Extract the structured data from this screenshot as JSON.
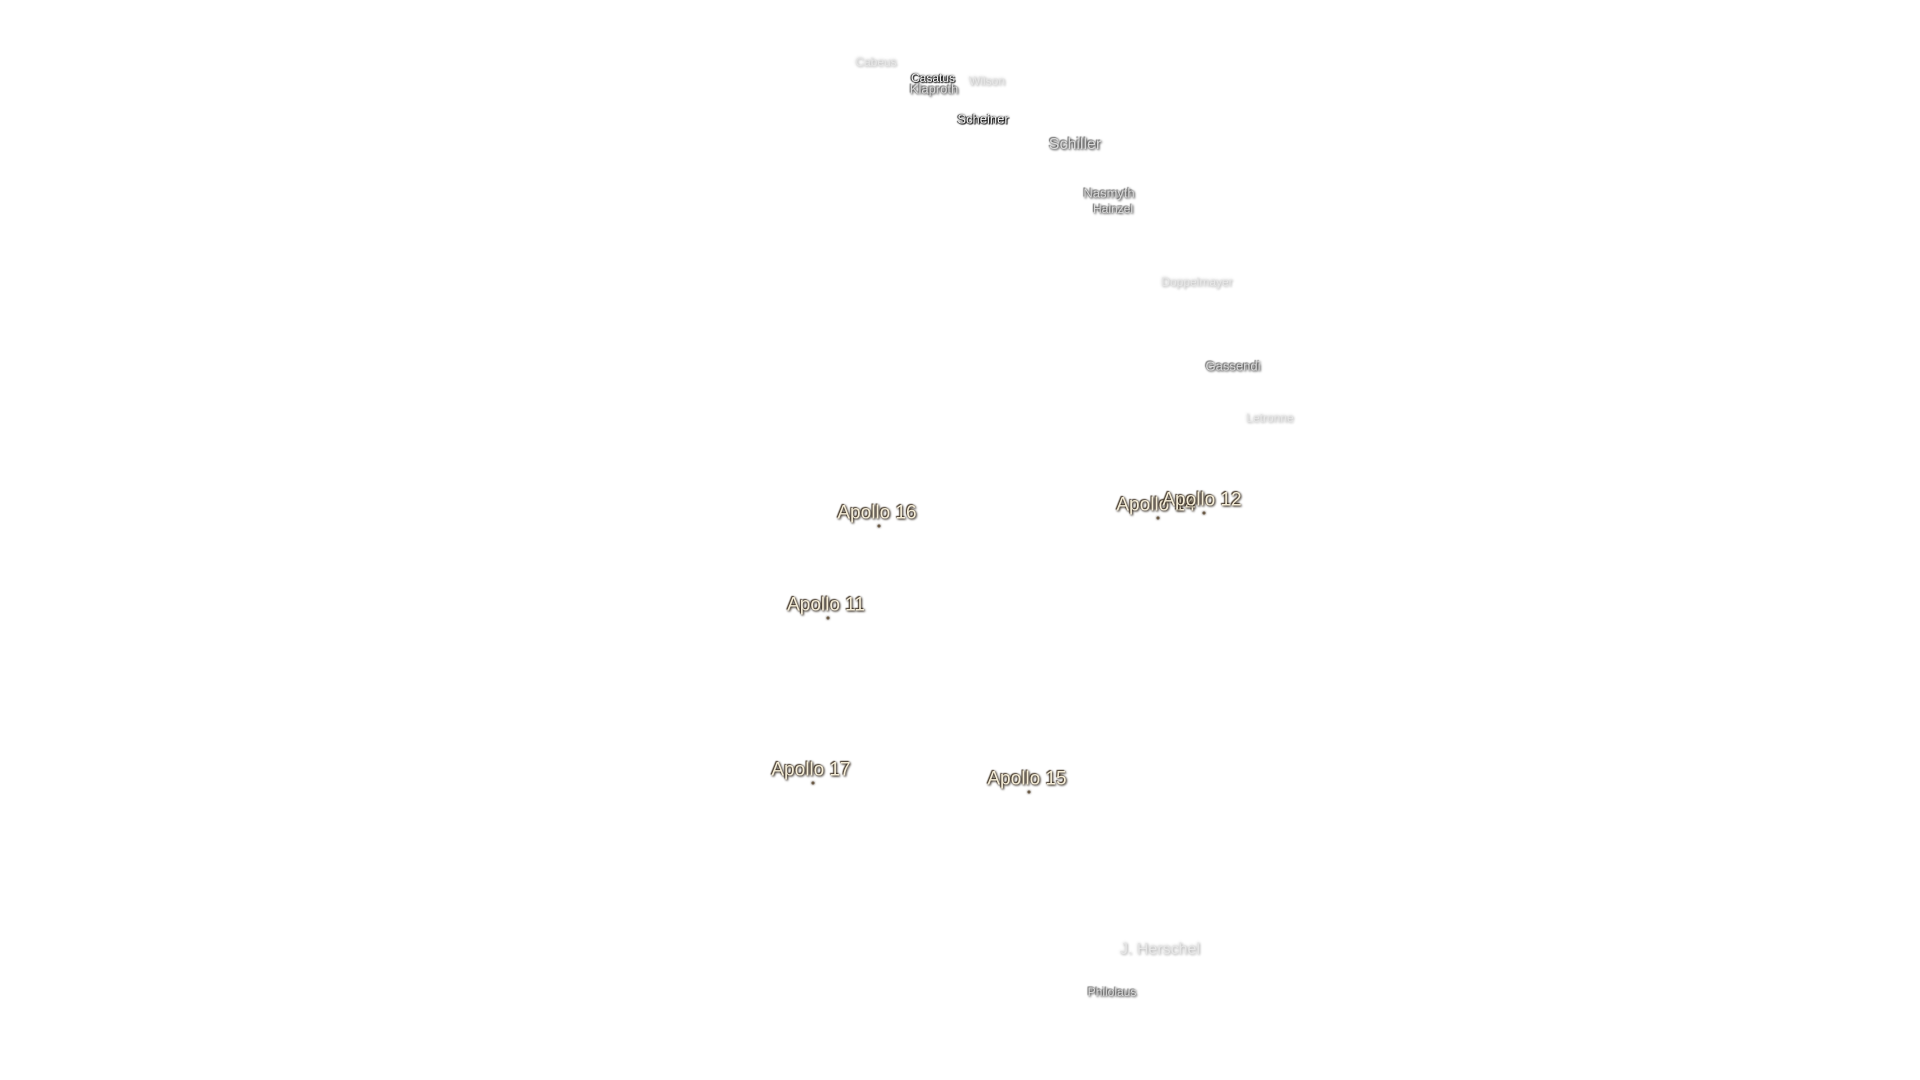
{
  "craters": [
    {
      "name": "Cabeus",
      "style": "faint small"
    },
    {
      "name": "Casatus",
      "style": "strong small"
    },
    {
      "name": "Klaproth",
      "style": ""
    },
    {
      "name": "Wilson",
      "style": "faint small"
    },
    {
      "name": "Scheiner",
      "style": "strong"
    },
    {
      "name": "Schiller",
      "style": "big"
    },
    {
      "name": "Nasmyth",
      "style": ""
    },
    {
      "name": "Hainzel",
      "style": "small"
    },
    {
      "name": "Doppelmayer",
      "style": "faint small"
    },
    {
      "name": "Gassendi",
      "style": ""
    },
    {
      "name": "Letronne",
      "style": "faint small"
    },
    {
      "name": "J. Herschel",
      "style": "faint big"
    },
    {
      "name": "Philolaus",
      "style": "small"
    }
  ],
  "apollo_sites": [
    {
      "name": "Apollo 16"
    },
    {
      "name": "Apollo 14"
    },
    {
      "name": "Apollo 12"
    },
    {
      "name": "Apollo 11"
    },
    {
      "name": "Apollo 17"
    },
    {
      "name": "Apollo 15"
    }
  ]
}
